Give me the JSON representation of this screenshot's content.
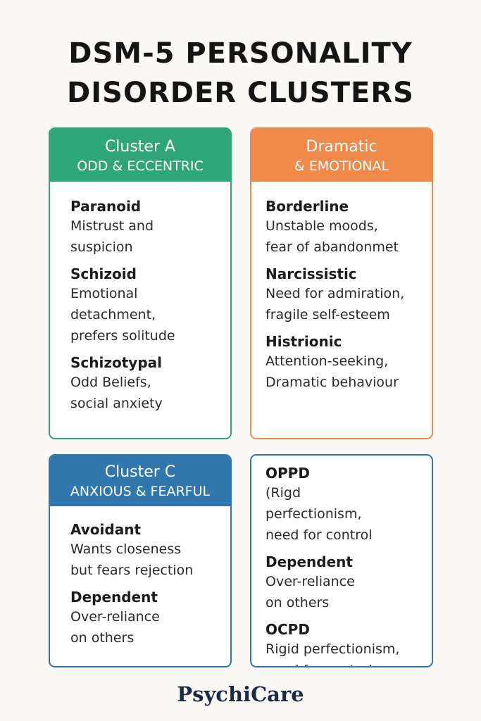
{
  "title": {
    "line1": "DSM-5 PERSONALITY",
    "line2": "DISORDER CLUSTERS"
  },
  "cards": [
    {
      "header_line1": "Cluster A",
      "header_line2": "ODD & ECCENTRIC",
      "color": "#2fa67a",
      "entries": [
        {
          "name": "Paranoid",
          "desc": "Mistrust and\nsuspicion"
        },
        {
          "name": "Schizoid",
          "desc": "Emotional\ndetachment,\nprefers solitude"
        },
        {
          "name": "Schizotypal",
          "desc": "Odd Beliefs,\nsocial anxiety"
        }
      ]
    },
    {
      "header_line1": "Dramatic",
      "header_line2": "& EMOTIONAL",
      "color": "#f08a4b",
      "entries": [
        {
          "name": "Borderline",
          "desc": "Unstable moods,\nfear of abandonmet"
        },
        {
          "name": "Narcissistic",
          "desc": "Need for admiration,\nfragile self-esteem"
        },
        {
          "name": "Histrionic",
          "desc": "Attention-seeking,\nDramatic behaviour"
        }
      ]
    },
    {
      "header_line1": "Cluster C",
      "header_line2": "ANXIOUS & FEARFUL",
      "color": "#2f77ad",
      "entries": [
        {
          "name": "Avoidant",
          "desc": "Wants closeness\nbut fears rejection"
        },
        {
          "name": "Dependent",
          "desc": "Over-reliance\non others"
        }
      ]
    },
    {
      "color": "#2f77ad",
      "entries": [
        {
          "name": "OPPD",
          "desc": "(Rigd\nperfectionism,\nneed for control"
        },
        {
          "name": "Dependent",
          "desc": "Over-reliance\non others"
        },
        {
          "name": "OCPD",
          "desc": "Rigid perfectionism,\nneed for control"
        }
      ]
    }
  ],
  "brand": "PsychiCare"
}
